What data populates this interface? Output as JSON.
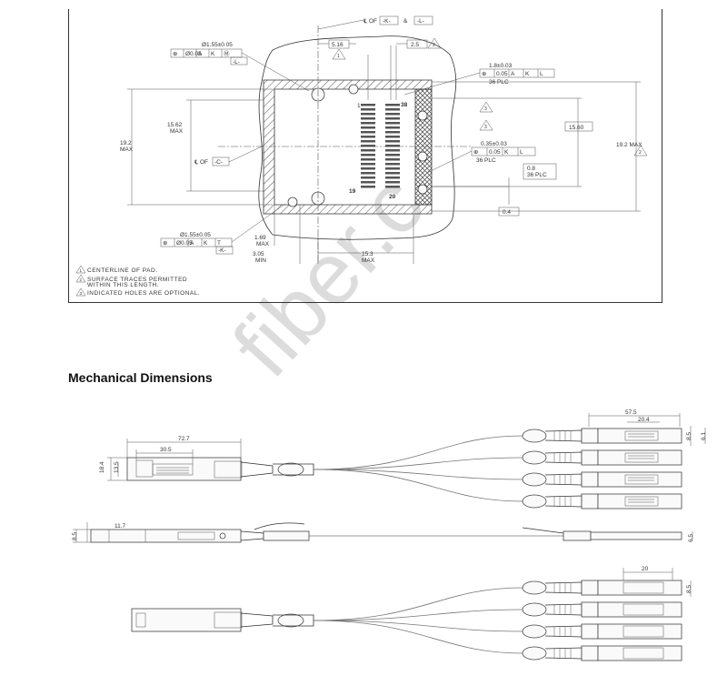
{
  "section_title": "Mechanical Dimensions",
  "watermark": "fiber.c",
  "footprint": {
    "dims": {
      "hole_dia_top": "Ø1.55±0.05",
      "hole_fcf_top": [
        "⊕",
        "Ø0.05",
        "A",
        "K",
        "Ⓜ"
      ],
      "datum_l": "-L-",
      "hole_dia_bottom": "Ø1.55±0.05",
      "hole_fcf_bottom": [
        "⊕",
        "Ø0.05",
        "A",
        "K",
        "T"
      ],
      "datum_k": "-K-",
      "cl_top": "℄ OF",
      "cl_top_a": "-K-",
      "cl_top_amp": "&",
      "cl_top_b": "-L-",
      "d_516": "5.16",
      "d_25": "2.5",
      "pad_dia": "1.8±0.03",
      "pad_fcf": [
        "⊕",
        "0.05",
        "A",
        "K",
        "L"
      ],
      "plc36_a": "36 PLC",
      "d_1562": "15.62",
      "max_a": "MAX",
      "d_192_left": "19.2",
      "max_b": "MAX",
      "cl_c": "℄ OF",
      "datum_c": "-C-",
      "d_1560": "15.60",
      "d_192_right": "19.2 MAX",
      "slot_dim": "0.35±0.03",
      "slot_fcf": [
        "⊕",
        "0.05",
        "K",
        "L"
      ],
      "plc36_b": "36 PLC",
      "d_08": "0.8",
      "plc36_c": "36 PLC",
      "d_04": "0.4",
      "d_169": "1.69",
      "max_c": "MAX",
      "d_305": "3.05",
      "min_a": "MIN",
      "d_153": "15.3",
      "max_d": "MAX",
      "pin_1": "1",
      "pin_38": "38",
      "pin_19": "19",
      "pin_20": "20"
    },
    "notes": [
      {
        "num": "1",
        "text": "CENTERLINE OF PAD."
      },
      {
        "num": "2",
        "text": "SURFACE TRACES PERMITTED"
      },
      {
        "num": "",
        "text": "WITHIN THIS LENGTH."
      },
      {
        "num": "3",
        "text": "INDICATED HOLES ARE OPTIONAL."
      }
    ],
    "markers": [
      "1",
      "2",
      "3",
      "3",
      "2"
    ]
  },
  "assembly": {
    "top": {
      "d_727": "72.7",
      "d_305": "30.5",
      "d_575": "57.5",
      "d_204": "20.4",
      "d_184": "18.4",
      "d_135": "13.5",
      "d_85": "8.5",
      "d_61": "6.1"
    },
    "side": {
      "d_85": "8.5",
      "d_117": "11.7",
      "d_65": "6.5"
    },
    "bottom": {
      "d_20": "20",
      "d_85": "8.5"
    }
  }
}
